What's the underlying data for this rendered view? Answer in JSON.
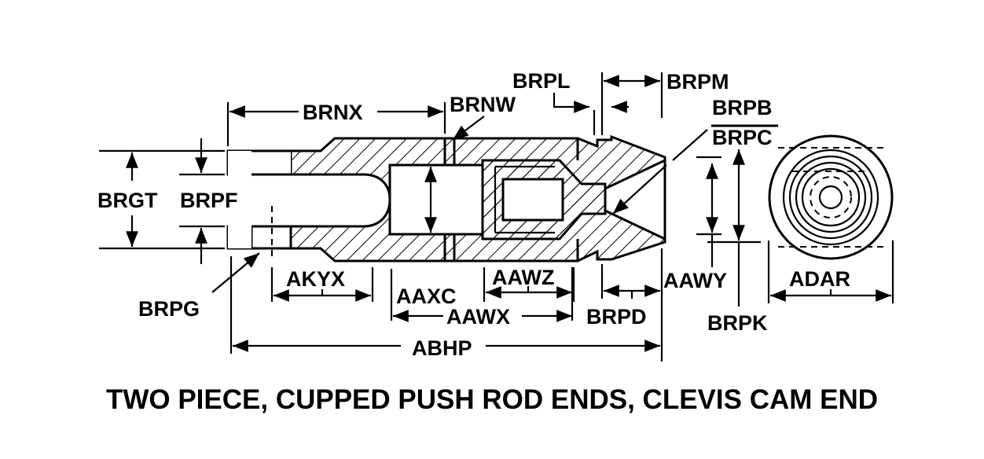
{
  "caption": "TWO PIECE, CUPPED PUSH ROD ENDS, CLEVIS CAM END",
  "labels": {
    "brpl": "BRPL",
    "brpm": "BRPM",
    "brnx": "BRNX",
    "brnw": "BRNW",
    "brpb": "BRPB",
    "brpc": "BRPC",
    "brgt": "BRGT",
    "brpf": "BRPF",
    "akyx": "AKYX",
    "aaxc": "AAXC",
    "aawz": "AAWZ",
    "aawy": "AAWY",
    "adar": "ADAR",
    "brpg": "BRPG",
    "aawx": "AAWX",
    "brpd": "BRPD",
    "brpk": "BRPK",
    "abhp": "ABHP"
  }
}
